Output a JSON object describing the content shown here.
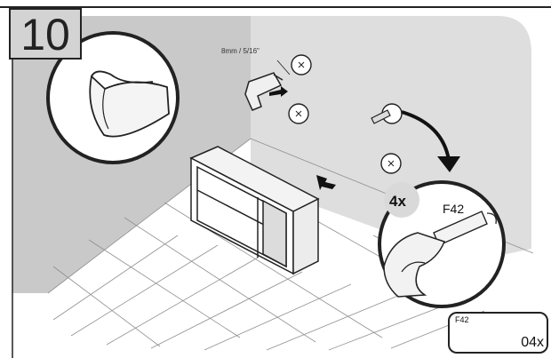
{
  "step": {
    "number": "10"
  },
  "drill": {
    "size_label": "8mm / 5/16\""
  },
  "detail": {
    "quantity_label": "4x",
    "part_code": "F42"
  },
  "parts_list": {
    "part_code": "F42",
    "quantity": "04x"
  },
  "colors": {
    "wall": "#d4d4d4",
    "floor_lines": "#9a9a9a",
    "ink": "#222222",
    "detail_bg": "#ffffff"
  },
  "icons": [
    "safety-glasses-icon",
    "power-drill-icon",
    "wall-anchor-icon",
    "arrow-icon",
    "hand-icon",
    "wall-mark-icon"
  ]
}
